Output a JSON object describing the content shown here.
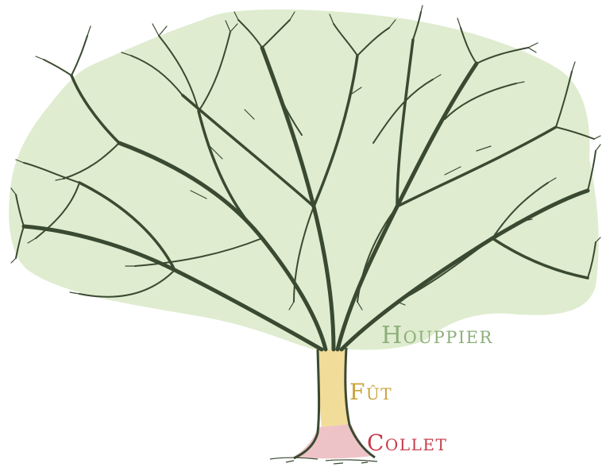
{
  "labels": {
    "crown": "Houppier",
    "trunk": "Fût",
    "collar": "Collet"
  },
  "colors": {
    "crown": "#8db07a",
    "crown_fill": "#dfeccf",
    "trunk": "#c9a33a",
    "trunk_fill": "#f2dc9a",
    "collar": "#c63c4a",
    "collar_fill": "#eec3c7",
    "wood": "#3a4a32"
  }
}
